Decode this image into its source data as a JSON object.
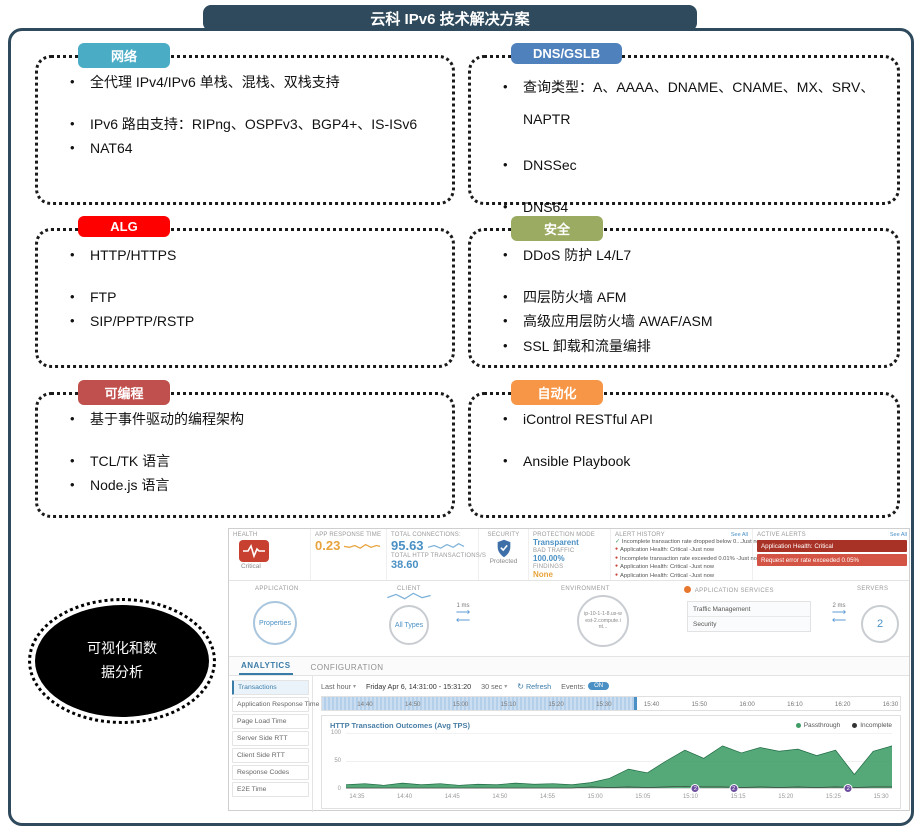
{
  "slide": {
    "title": "云科 IPv6 技术解决方案"
  },
  "boxes": [
    {
      "tab": "网络",
      "color": "#4BACC6",
      "items": [
        "全代理 IPv4/IPv6 单栈、混栈、双栈支持",
        "IPv6 路由支持：RIPng、OSPFv3、BGP4+、IS-ISv6",
        "NAT64"
      ]
    },
    {
      "tab": "DNS/GSLB",
      "color": "#4F81BD",
      "items": [
        "查询类型：A、AAAA、DNAME、CNAME、MX、SRV、NAPTR",
        "DNSSec",
        "DNS64"
      ]
    },
    {
      "tab": "ALG",
      "color": "#FF0000",
      "items": [
        "HTTP/HTTPS",
        "FTP",
        "SIP/PPTP/RSTP"
      ]
    },
    {
      "tab": "安全",
      "color": "#9BAB61",
      "items": [
        "DDoS 防护 L4/L7",
        "四层防火墙 AFM",
        "高级应用层防火墙 AWAF/ASM",
        "SSL 卸载和流量编排"
      ]
    },
    {
      "tab": "可编程",
      "color": "#C0504D",
      "items": [
        "基于事件驱动的编程架构",
        "TCL/TK 语言",
        "Node.js 语言"
      ]
    },
    {
      "tab": "自动化",
      "color": "#F79646",
      "items": [
        "iControl RESTful API",
        "Ansible Playbook"
      ]
    }
  ],
  "ellipse": {
    "line1": "可视化和数",
    "line2": "据分析"
  },
  "dashboard": {
    "health": {
      "label": "HEALTH",
      "status": "Critical"
    },
    "metrics": {
      "art_label": "APP RESPONSE TIME",
      "art_value": "0.23",
      "tc_label": "TOTAL CONNECTIONS:",
      "tc_value": "95.63",
      "th_label": "TOTAL HTTP TRANSACTIONS/S",
      "th_value": "38.60"
    },
    "security": {
      "label": "SECURITY",
      "status": "Protected"
    },
    "protection": {
      "mode_label": "PROTECTION MODE",
      "mode_value": "Transparent",
      "bad_label": "BAD TRAFFIC",
      "bad_value": "100.00%",
      "findings_label": "FINDINGS",
      "findings_value": "None"
    },
    "alert_history": {
      "label": "ALERT HISTORY",
      "see_all": "See All",
      "items": [
        {
          "icon": "check",
          "text": "Incomplete transaction rate dropped below 0...Just now"
        },
        {
          "icon": "dot",
          "text": "Application Health: Critical -Just now"
        },
        {
          "icon": "dot",
          "text": "Incomplete transaction rate exceeded 0.01% -Just now"
        },
        {
          "icon": "dot",
          "text": "Application Health: Critical -Just now"
        },
        {
          "icon": "dot",
          "text": "Application Health: Critical -Just now"
        }
      ]
    },
    "active_alerts": {
      "label": "ACTIVE ALERTS",
      "see_all": "See All",
      "items": [
        "Application Health: Critical",
        "Request error rate exceeded 0.05%"
      ]
    },
    "topology": {
      "application_label": "APPLICATION",
      "application_node": "Properties",
      "client_label": "CLIENT",
      "client_node": "All Types",
      "client_latency": "1 ms",
      "environment_label": "ENVIRONMENT",
      "environment_node": "ip-10-1-1-8.us-west-2.compute.int...",
      "services_label": "APPLICATION SERVICES",
      "services": [
        "Traffic Management",
        "Security"
      ],
      "server_latency": "2 ms",
      "servers_label": "SERVERS",
      "servers_node": "2"
    },
    "tabs": [
      {
        "label": "ANALYTICS",
        "active": true
      },
      {
        "label": "CONFIGURATION",
        "active": false
      }
    ],
    "sidebar": [
      "Transactions",
      "Application Response Time",
      "Page Load Time",
      "Server Side RTT",
      "Client Side RTT",
      "Response Codes",
      "E2E Time"
    ],
    "toolbar": {
      "range": "Last hour",
      "date": "Friday Apr 6, 14:31:00 - 15:31:20",
      "interval": "30 sec",
      "refresh": "Refresh",
      "events_label": "Events:",
      "events_state": "ON"
    },
    "timeline": {
      "ticks": [
        "14:40",
        "14:50",
        "15:00",
        "15:10",
        "15:20",
        "15:30",
        "15:40",
        "15:50",
        "16:00",
        "16:10",
        "16:20",
        "16:30"
      ],
      "selection_end_frac": 0.54
    }
  },
  "chart_data": {
    "type": "area",
    "title": "HTTP Transaction Outcomes (Avg TPS)",
    "x_ticks": [
      "14:35",
      "14:40",
      "14:45",
      "14:50",
      "14:55",
      "15:00",
      "15:05",
      "15:10",
      "15:15",
      "15:20",
      "15:25",
      "15:30"
    ],
    "ylim": [
      0,
      100
    ],
    "y_ticks": [
      100,
      50,
      0
    ],
    "legend_position": "top-right",
    "series": [
      {
        "name": "Passthrough",
        "color": "#3E9C64",
        "values": [
          6,
          8,
          5,
          9,
          6,
          8,
          5,
          7,
          6,
          9,
          7,
          8,
          6,
          10,
          18,
          35,
          28,
          50,
          70,
          55,
          78,
          65,
          75,
          68,
          72,
          60,
          70,
          25,
          68,
          78
        ]
      },
      {
        "name": "Incomplete",
        "color": "#333333",
        "values": [
          0,
          0,
          0,
          0,
          0,
          0,
          0,
          0,
          0,
          0,
          0,
          0,
          0,
          2,
          1,
          2,
          1,
          2,
          3,
          2,
          2,
          1,
          2,
          1,
          2,
          1,
          2,
          1,
          2,
          2
        ]
      }
    ],
    "events": [
      {
        "pos": 0.64,
        "label": "2"
      },
      {
        "pos": 0.71,
        "label": "2"
      },
      {
        "pos": 0.92,
        "label": "2"
      }
    ]
  }
}
